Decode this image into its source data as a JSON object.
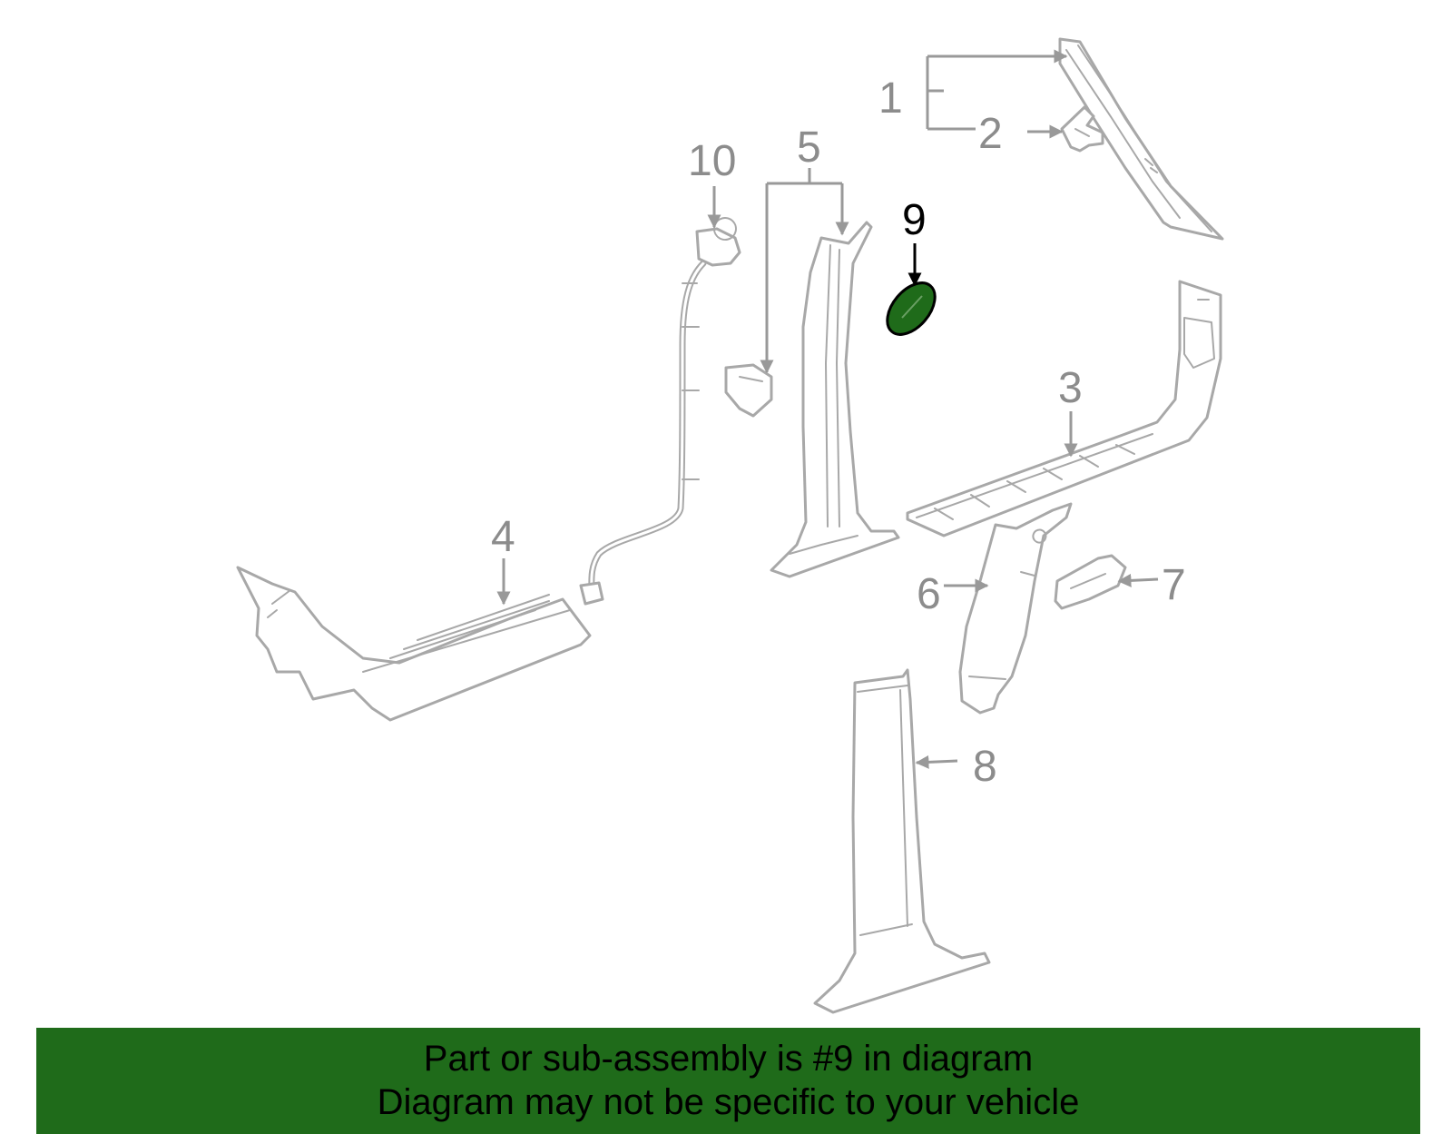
{
  "callouts": {
    "c1": "1",
    "c2": "2",
    "c3": "3",
    "c4": "4",
    "c5": "5",
    "c6": "6",
    "c7": "7",
    "c8": "8",
    "c9": "9",
    "c10": "10"
  },
  "highlighted_part": "9",
  "colors": {
    "highlight": "#1f6b1a",
    "part_outline": "#a8a8a8",
    "callout_text": "#8c8c8c"
  },
  "banner": {
    "line1": "Part or sub-assembly is #9 in diagram",
    "line2": "Diagram may not be specific to your vehicle"
  }
}
